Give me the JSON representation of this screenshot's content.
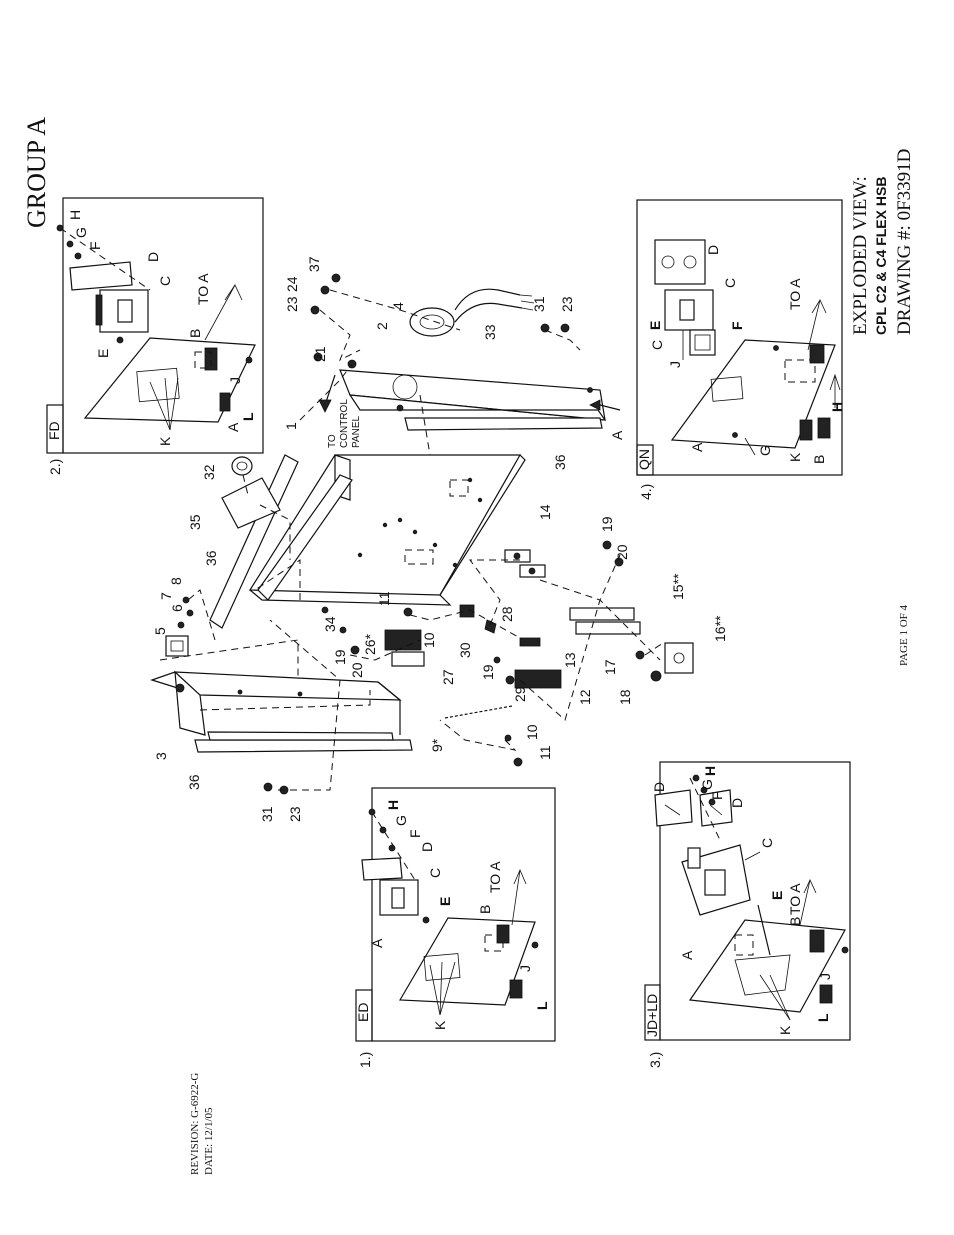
{
  "header": {
    "group_title": "GROUP A"
  },
  "title_block": {
    "line1": "EXPLODED VIEW:",
    "line2": "CPL C2 & C4 FLEX HSB",
    "line3": "DRAWING #: 0F3391D"
  },
  "footer": {
    "page": "PAGE 1 OF 4",
    "revision": "REVISION: G-6922-G",
    "date": "DATE: 12/1/05"
  },
  "insets": [
    {
      "num": "1.)",
      "tag": "ED"
    },
    {
      "num": "2.)",
      "tag": "FD"
    },
    {
      "num": "3.)",
      "tag": "JD+LD"
    },
    {
      "num": "4.)",
      "tag": "QN"
    }
  ],
  "inset_labels": {
    "a": "A",
    "b": "B",
    "c": "C",
    "d": "D",
    "e": "E",
    "f": "F",
    "g": "G",
    "h": "H",
    "j": "J",
    "k": "K",
    "l": "L",
    "to_a": "TO A"
  },
  "main_labels": {
    "n1": "1",
    "n2": "2",
    "n3": "3",
    "n4": "4",
    "n5": "5",
    "n6": "6",
    "n7": "7",
    "n8": "8",
    "n9": "9*",
    "n10": "10",
    "n11": "11",
    "n12": "12",
    "n13": "13",
    "n14": "14",
    "n15": "15**",
    "n16": "16**",
    "n17": "17",
    "n18": "18",
    "n19": "19",
    "n20": "20",
    "n21": "21",
    "n23": "23",
    "n24": "24",
    "n26": "26*",
    "n27": "27",
    "n28": "28",
    "n29": "29",
    "n30": "30",
    "n31": "31",
    "n32": "32",
    "n33": "33",
    "n34": "34",
    "n35": "35",
    "n36": "36",
    "n37": "37",
    "n_a": "A",
    "to_control_1": "TO",
    "to_control_2": "CONTROL",
    "to_control_3": "PANEL"
  }
}
